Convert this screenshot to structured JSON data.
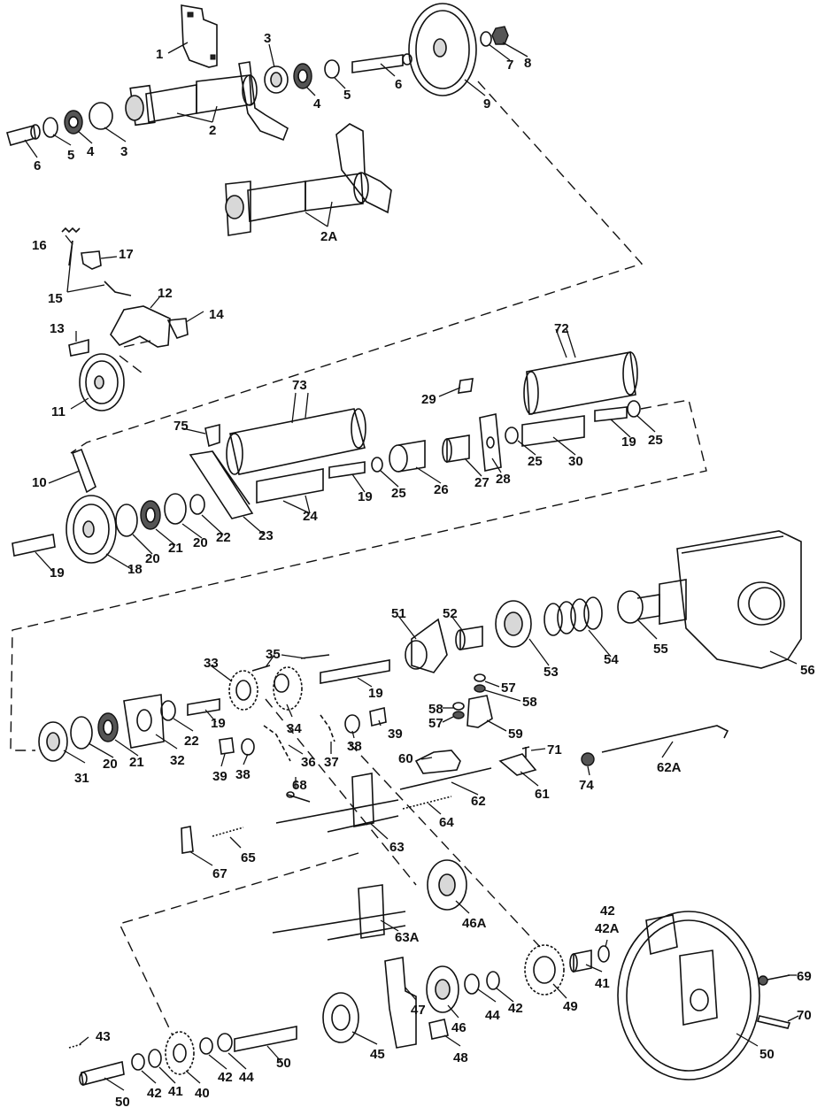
{
  "callouts": [
    {
      "id": "c1",
      "text": "1"
    },
    {
      "id": "c2",
      "text": "2"
    },
    {
      "id": "c2A",
      "text": "2A"
    },
    {
      "id": "c3a",
      "text": "3"
    },
    {
      "id": "c3b",
      "text": "3"
    },
    {
      "id": "c4a",
      "text": "4"
    },
    {
      "id": "c4b",
      "text": "4"
    },
    {
      "id": "c5a",
      "text": "5"
    },
    {
      "id": "c5b",
      "text": "5"
    },
    {
      "id": "c6a",
      "text": "6"
    },
    {
      "id": "c6b",
      "text": "6"
    },
    {
      "id": "c7",
      "text": "7"
    },
    {
      "id": "c8",
      "text": "8"
    },
    {
      "id": "c9",
      "text": "9"
    },
    {
      "id": "c10",
      "text": "10"
    },
    {
      "id": "c11",
      "text": "11"
    },
    {
      "id": "c12",
      "text": "12"
    },
    {
      "id": "c13",
      "text": "13"
    },
    {
      "id": "c14",
      "text": "14"
    },
    {
      "id": "c15",
      "text": "15"
    },
    {
      "id": "c16",
      "text": "16"
    },
    {
      "id": "c17",
      "text": "17"
    },
    {
      "id": "c18",
      "text": "18"
    },
    {
      "id": "c19a",
      "text": "19"
    },
    {
      "id": "c19b",
      "text": "19"
    },
    {
      "id": "c19c",
      "text": "19"
    },
    {
      "id": "c19d",
      "text": "19"
    },
    {
      "id": "c19e",
      "text": "19"
    },
    {
      "id": "c20a",
      "text": "20"
    },
    {
      "id": "c20b",
      "text": "20"
    },
    {
      "id": "c20c",
      "text": "20"
    },
    {
      "id": "c21a",
      "text": "21"
    },
    {
      "id": "c21b",
      "text": "21"
    },
    {
      "id": "c22a",
      "text": "22"
    },
    {
      "id": "c22b",
      "text": "22"
    },
    {
      "id": "c23",
      "text": "23"
    },
    {
      "id": "c24",
      "text": "24"
    },
    {
      "id": "c25a",
      "text": "25"
    },
    {
      "id": "c25b",
      "text": "25"
    },
    {
      "id": "c25c",
      "text": "25"
    },
    {
      "id": "c26",
      "text": "26"
    },
    {
      "id": "c27",
      "text": "27"
    },
    {
      "id": "c28",
      "text": "28"
    },
    {
      "id": "c29",
      "text": "29"
    },
    {
      "id": "c30",
      "text": "30"
    },
    {
      "id": "c31",
      "text": "31"
    },
    {
      "id": "c32",
      "text": "32"
    },
    {
      "id": "c33",
      "text": "33"
    },
    {
      "id": "c34",
      "text": "34"
    },
    {
      "id": "c35",
      "text": "35"
    },
    {
      "id": "c36",
      "text": "36"
    },
    {
      "id": "c37",
      "text": "37"
    },
    {
      "id": "c38a",
      "text": "38"
    },
    {
      "id": "c38b",
      "text": "38"
    },
    {
      "id": "c39a",
      "text": "39"
    },
    {
      "id": "c39b",
      "text": "39"
    },
    {
      "id": "c40",
      "text": "40"
    },
    {
      "id": "c41a",
      "text": "41"
    },
    {
      "id": "c41b",
      "text": "41"
    },
    {
      "id": "c42a",
      "text": "42"
    },
    {
      "id": "c42b",
      "text": "42"
    },
    {
      "id": "c42c",
      "text": "42"
    },
    {
      "id": "c42d",
      "text": "42"
    },
    {
      "id": "c42A",
      "text": "42A"
    },
    {
      "id": "c43",
      "text": "43"
    },
    {
      "id": "c44a",
      "text": "44"
    },
    {
      "id": "c44b",
      "text": "44"
    },
    {
      "id": "c45",
      "text": "45"
    },
    {
      "id": "c46",
      "text": "46"
    },
    {
      "id": "c46A",
      "text": "46A"
    },
    {
      "id": "c47",
      "text": "47"
    },
    {
      "id": "c48",
      "text": "48"
    },
    {
      "id": "c49",
      "text": "49"
    },
    {
      "id": "c50a",
      "text": "50"
    },
    {
      "id": "c50b",
      "text": "50"
    },
    {
      "id": "c50c",
      "text": "50"
    },
    {
      "id": "c51",
      "text": "51"
    },
    {
      "id": "c52",
      "text": "52"
    },
    {
      "id": "c53",
      "text": "53"
    },
    {
      "id": "c54",
      "text": "54"
    },
    {
      "id": "c55",
      "text": "55"
    },
    {
      "id": "c56",
      "text": "56"
    },
    {
      "id": "c57a",
      "text": "57"
    },
    {
      "id": "c57b",
      "text": "57"
    },
    {
      "id": "c58a",
      "text": "58"
    },
    {
      "id": "c58b",
      "text": "58"
    },
    {
      "id": "c59",
      "text": "59"
    },
    {
      "id": "c60",
      "text": "60"
    },
    {
      "id": "c61",
      "text": "61"
    },
    {
      "id": "c62",
      "text": "62"
    },
    {
      "id": "c62A",
      "text": "62A"
    },
    {
      "id": "c63",
      "text": "63"
    },
    {
      "id": "c63A",
      "text": "63A"
    },
    {
      "id": "c64",
      "text": "64"
    },
    {
      "id": "c65",
      "text": "65"
    },
    {
      "id": "c67",
      "text": "67"
    },
    {
      "id": "c68",
      "text": "68"
    },
    {
      "id": "c69",
      "text": "69"
    },
    {
      "id": "c70",
      "text": "70"
    },
    {
      "id": "c71",
      "text": "71"
    },
    {
      "id": "c72",
      "text": "72"
    },
    {
      "id": "c73",
      "text": "73"
    },
    {
      "id": "c74",
      "text": "74"
    },
    {
      "id": "c75",
      "text": "75"
    }
  ]
}
